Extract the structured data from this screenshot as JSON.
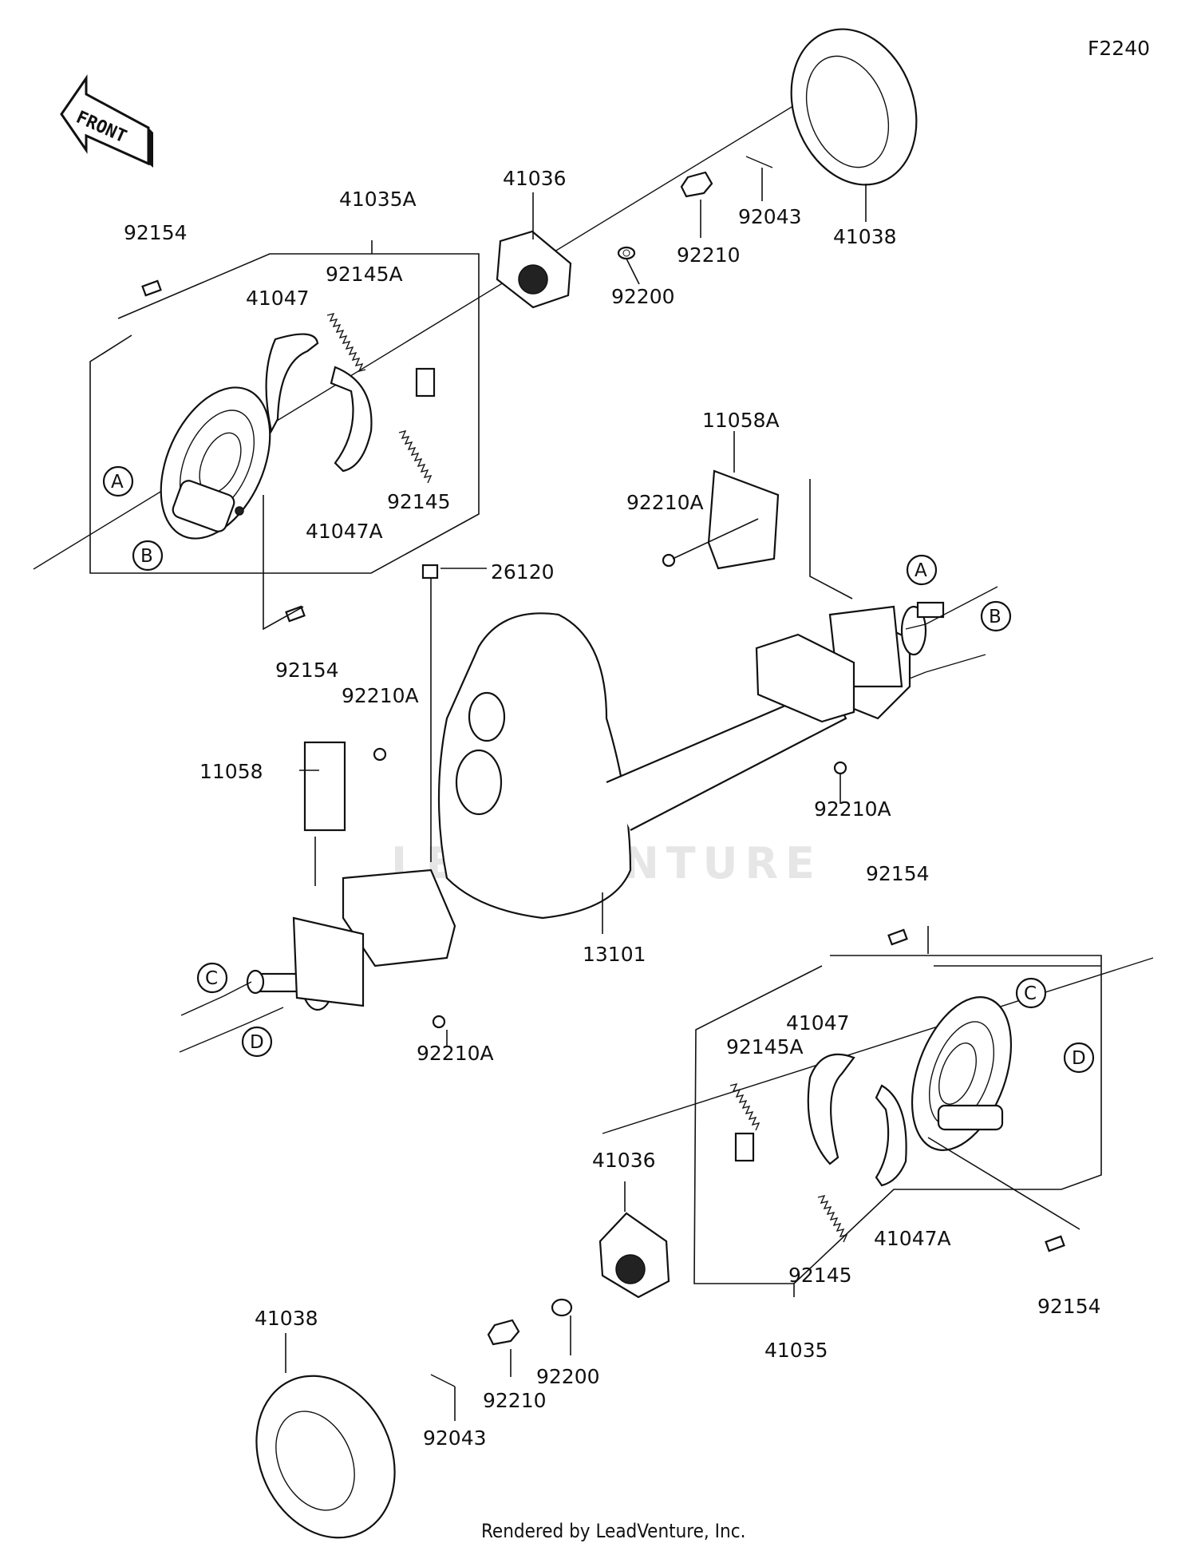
{
  "diagram_code": "F2240",
  "front_label": "FRONT",
  "watermark": "LEADVENTURE",
  "footer": "Rendered by LeadVenture, Inc.",
  "ref_circles": [
    "A",
    "B",
    "C",
    "D"
  ],
  "parts": {
    "p41036_top": "41036",
    "p41035A": "41035A",
    "p92154_tl": "92154",
    "p92145A_top": "92145A",
    "p41047_top": "41047",
    "p92200_top": "92200",
    "p92210_top": "92210",
    "p92043_top": "92043",
    "p41038_top": "41038",
    "p41047A_top": "41047A",
    "p92145_top": "92145",
    "p11058A": "11058A",
    "p92210A_r1": "92210A",
    "p26120": "26120",
    "p92154_ml": "92154",
    "p92210A_l1": "92210A",
    "p11058": "11058",
    "p92210A_r2": "92210A",
    "p13101": "13101",
    "p92154_r": "92154",
    "p92210A_b": "92210A",
    "p41047_bot": "41047",
    "p92145A_bot": "92145A",
    "p41036_bot": "41036",
    "p41038_bot": "41038",
    "p92145_bot": "92145",
    "p41047A_bot": "41047A",
    "p92154_br": "92154",
    "p92200_bot": "92200",
    "p92210_bot": "92210",
    "p92043_bot": "92043",
    "p41035": "41035"
  }
}
